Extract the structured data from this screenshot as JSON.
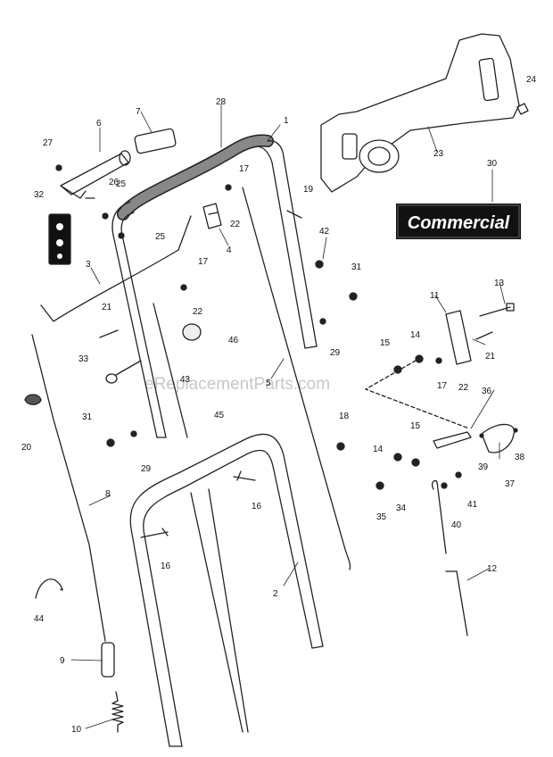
{
  "brand_badge": "Commercial",
  "watermark": "eReplacementParts.com",
  "callouts": [
    "1",
    "2",
    "3",
    "4",
    "5",
    "6",
    "7",
    "8",
    "9",
    "10",
    "11",
    "12",
    "13",
    "14",
    "14",
    "15",
    "15",
    "16",
    "16",
    "17",
    "17",
    "17",
    "18",
    "19",
    "20",
    "21",
    "21",
    "22",
    "22",
    "22",
    "23",
    "24",
    "25",
    "25",
    "26",
    "27",
    "28",
    "29",
    "29",
    "30",
    "31",
    "31",
    "32",
    "33",
    "34",
    "35",
    "36",
    "37",
    "38",
    "39",
    "40",
    "41",
    "42",
    "43",
    "44",
    "45",
    "46"
  ]
}
